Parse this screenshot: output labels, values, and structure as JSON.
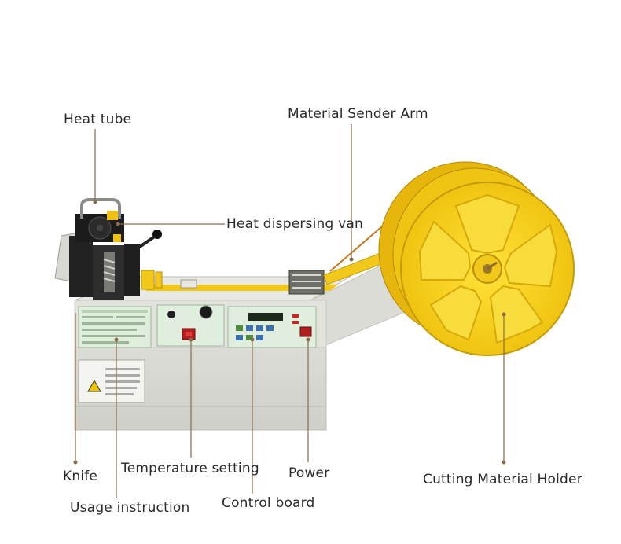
{
  "labels": {
    "heat_tube": "Heat tube",
    "material_sender_arm": "Material Sender Arm",
    "heat_dispersing_van": "Heat dispersing van",
    "knife": "Knife",
    "temperature_setting": "Temperature setting",
    "power": "Power",
    "cutting_material_holder": "Cutting Material Holder",
    "usage_instruction": "Usage instruction",
    "control_board": "Control board"
  },
  "colors": {
    "machine_body": "#d9d9d4",
    "panel_green": "#dfeedd",
    "reel_yellow": "#f5d21a",
    "leader_line": "#8a6a4a",
    "text": "#2a2a2a"
  }
}
